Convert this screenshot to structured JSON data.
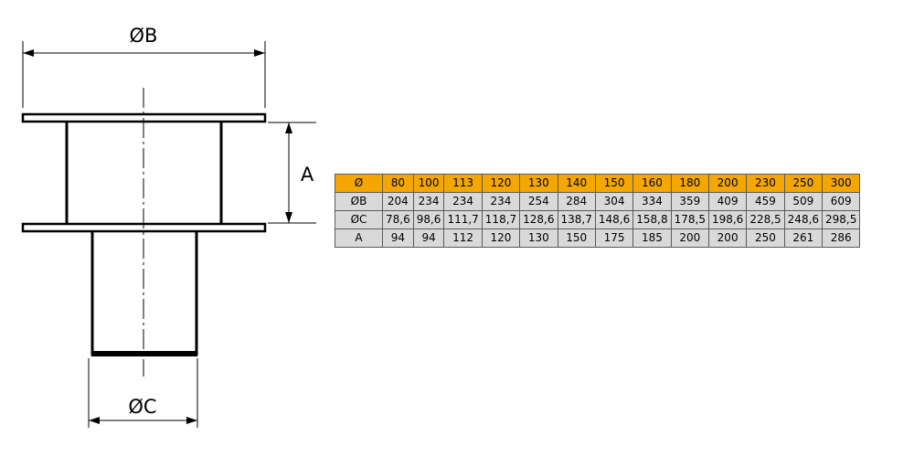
{
  "drawing": {
    "labels": {
      "dim_b": "ØB",
      "dim_a": "A",
      "dim_c": "ØC"
    }
  },
  "table": {
    "header": {
      "label": "Ø",
      "values": [
        "80",
        "100",
        "113",
        "120",
        "130",
        "140",
        "150",
        "160",
        "180",
        "200",
        "230",
        "250",
        "300"
      ]
    },
    "rows": [
      {
        "label": "ØB",
        "values": [
          "204",
          "234",
          "234",
          "234",
          "254",
          "284",
          "304",
          "334",
          "359",
          "409",
          "459",
          "509",
          "609"
        ]
      },
      {
        "label": "ØC",
        "values": [
          "78,6",
          "98,6",
          "111,7",
          "118,7",
          "128,6",
          "138,7",
          "148,6",
          "158,8",
          "178,5",
          "198,6",
          "228,5",
          "248,6",
          "298,5"
        ]
      },
      {
        "label": "A",
        "values": [
          "94",
          "94",
          "112",
          "120",
          "130",
          "150",
          "175",
          "185",
          "200",
          "200",
          "250",
          "261",
          "286"
        ]
      }
    ],
    "colors": {
      "header_bg": "#f4a700",
      "row_bg": "#d9d9d9"
    }
  }
}
